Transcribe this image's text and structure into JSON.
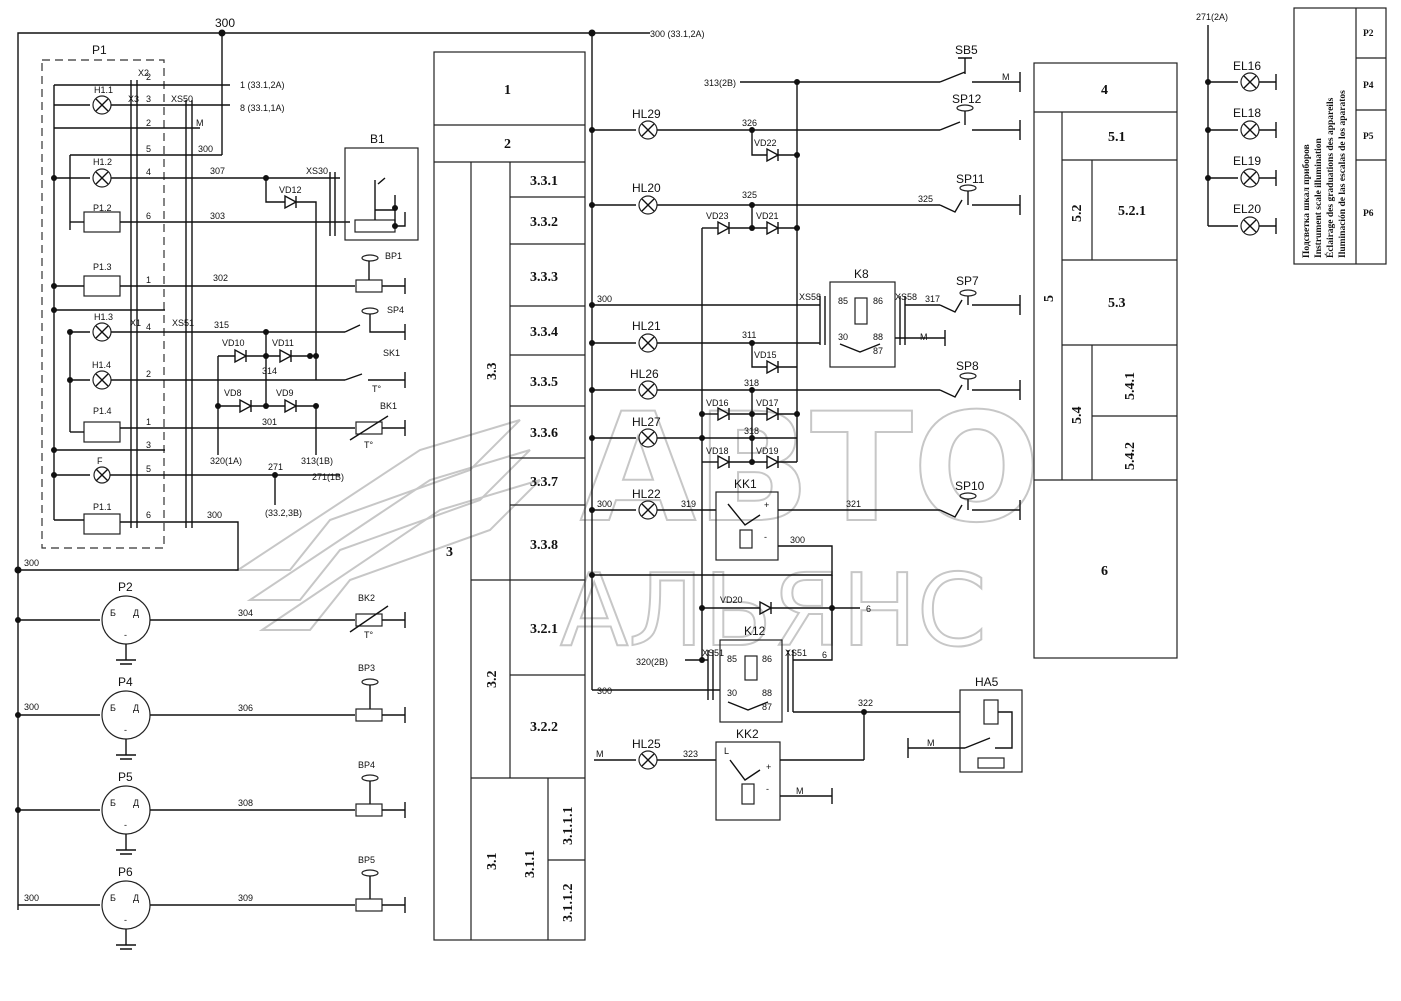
{
  "groups": {
    "p1": "P1",
    "k8": "K8",
    "k12": "K12",
    "kk1": "KK1",
    "kk2": "KK2",
    "ha5": "HA5",
    "b1": "B1",
    "x1": "X1",
    "x2": "X2",
    "x3": "X3",
    "xs50": "XS50",
    "xs51": "XS51",
    "xs30": "XS30",
    "xs58": "XS58",
    "xs51b": "XS51"
  },
  "gauges": [
    {
      "id": "P2",
      "wire": "304",
      "sensor": "BK2"
    },
    {
      "id": "P4",
      "wire": "306",
      "sensor": "BP3"
    },
    {
      "id": "P5",
      "wire": "308",
      "sensor": "BP4"
    },
    {
      "id": "P6",
      "wire": "309",
      "sensor": "BP5"
    }
  ],
  "p1_elements": [
    "H1.1",
    "H1.2",
    "P1.2",
    "P1.3",
    "H1.3",
    "H1.4",
    "P1.4",
    "F",
    "P1.1"
  ],
  "p1_pins": [
    "2",
    "3",
    "2",
    "5",
    "4",
    "6",
    "1",
    "4",
    "2",
    "1",
    "3",
    "5",
    "6"
  ],
  "lamps": [
    "HL29",
    "HL20",
    "HL21",
    "HL26",
    "HL27",
    "HL22",
    "HL25"
  ],
  "switches": [
    "SB5",
    "SP12",
    "SP11",
    "SP7",
    "SP8",
    "SP10",
    "SP4",
    "SK1",
    "BK1",
    "BP1"
  ],
  "diodes": [
    "VD22",
    "VD23",
    "VD21",
    "VD15",
    "VD16",
    "VD17",
    "VD18",
    "VD19",
    "VD20",
    "VD12",
    "VD10",
    "VD11",
    "VD8",
    "VD9"
  ],
  "illumination": {
    "feed": "271(2A)",
    "lamps": [
      "EL16",
      "EL18",
      "EL19",
      "EL20"
    ],
    "caption_lines": [
      "Подсветка шкал приборов",
      "Instrument scale illumination",
      "Éclairage des graduations des appareils",
      "Iluminación de las escalas de los aparatos"
    ],
    "legend_rows": [
      "P2",
      "P4",
      "P5",
      "P6"
    ]
  },
  "wires": {
    "w300_top": "300",
    "w300_ref": "300 (33.1,2A)",
    "w1_ref": "1 (33.1,2A)",
    "w8_ref": "8 (33.1,1A)",
    "w300a": "300",
    "w307": "307",
    "w303": "303",
    "w302": "302",
    "w315": "315",
    "w314": "314",
    "w301": "301",
    "w320": "320(1A)",
    "w313": "313(1B)",
    "w271": "271",
    "w271b": "271(1B)",
    "w332": "(33.2,3B)",
    "w300b": "300",
    "w300c": "300",
    "w300d": "300",
    "w300e": "300",
    "w313b": "313(2B)",
    "w326": "326",
    "w325": "325",
    "w325b": "325",
    "w300f": "300",
    "w311": "311",
    "w317": "317",
    "w318": "318",
    "w318b": "318",
    "w300g": "300",
    "w319": "319",
    "w321": "321",
    "w300h": "300",
    "w6": "6",
    "w6b": "6",
    "w320b": "320(2B)",
    "w300i": "300",
    "w322": "322",
    "w323": "323",
    "mass": "M"
  },
  "sections": {
    "left": {
      "s1": "1",
      "s2": "2",
      "s3": "3",
      "s33": "3.3",
      "s32": "3.2",
      "s31": "3.1",
      "s331": "3.3.1",
      "s332": "3.3.2",
      "s333": "3.3.3",
      "s334": "3.3.4",
      "s335": "3.3.5",
      "s336": "3.3.6",
      "s337": "3.3.7",
      "s338": "3.3.8",
      "s321": "3.2.1",
      "s322": "3.2.2",
      "s311": "3.1.1",
      "s3111": "3.1.1.1",
      "s3112": "3.1.1.2"
    },
    "right": {
      "s4": "4",
      "s5": "5",
      "s51": "5.1",
      "s52": "5.2",
      "s521": "5.2.1",
      "s53": "5.3",
      "s54": "5.4",
      "s541": "5.4.1",
      "s542": "5.4.2",
      "s6": "6"
    }
  },
  "watermark": {
    "line1": "АВТО",
    "line2": "АЛЬЯНС"
  }
}
